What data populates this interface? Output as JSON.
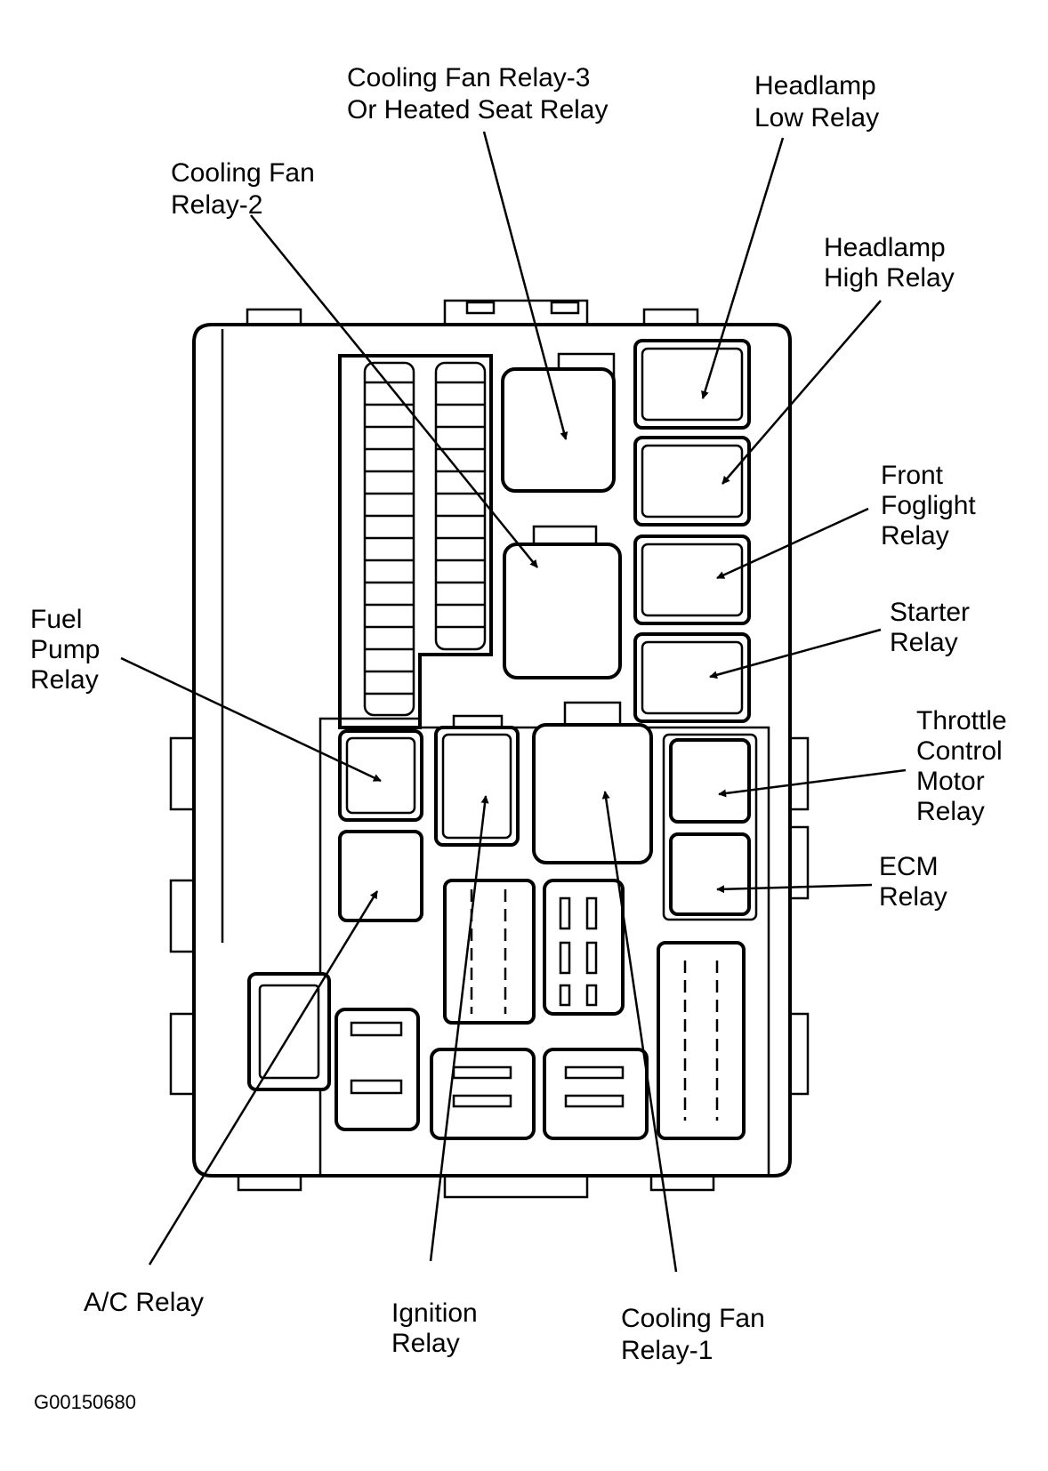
{
  "labels": {
    "cooling_fan_relay_3": [
      "Cooling Fan Relay-3",
      "Or Heated Seat Relay"
    ],
    "headlamp_low_relay": [
      "Headlamp",
      "Low Relay"
    ],
    "cooling_fan_relay_2": [
      "Cooling Fan",
      "Relay-2"
    ],
    "headlamp_high_relay": [
      "Headlamp",
      "High Relay"
    ],
    "front_foglight_relay": [
      "Front",
      "Foglight",
      "Relay"
    ],
    "starter_relay": [
      "Starter",
      "Relay"
    ],
    "fuel_pump_relay": [
      "Fuel",
      "Pump",
      "Relay"
    ],
    "throttle_control_motor_relay": [
      "Throttle",
      "Control",
      "Motor",
      "Relay"
    ],
    "ecm_relay": [
      "ECM",
      "Relay"
    ],
    "ac_relay": [
      "A/C Relay"
    ],
    "ignition_relay": [
      "Ignition",
      "Relay"
    ],
    "cooling_fan_relay_1": [
      "Cooling Fan",
      "Relay-1"
    ]
  },
  "figure_code": "G00150680"
}
